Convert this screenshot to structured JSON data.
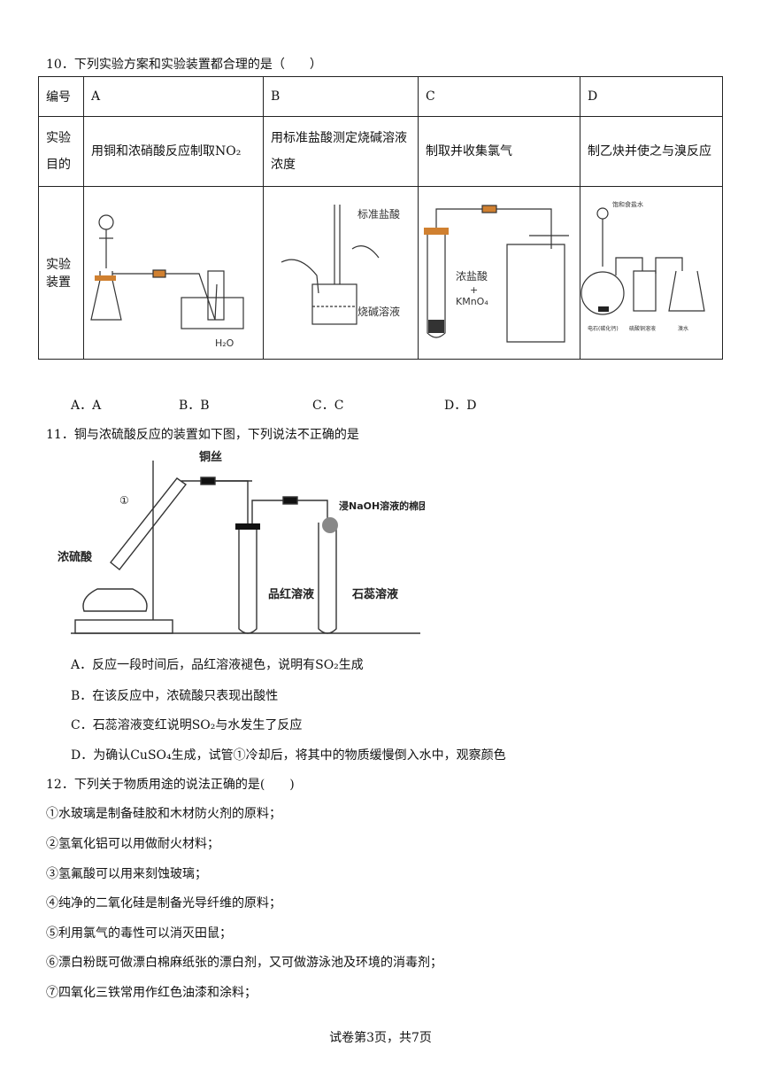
{
  "q10": {
    "stem": "10．下列实验方案和实验装置都合理的是（　　）",
    "table": {
      "header": [
        "编号",
        "A",
        "B",
        "C",
        "D"
      ],
      "purpose_label": "实验目的",
      "purpose": [
        "用铜和浓硝酸反应制取NO₂",
        "用标准盐酸测定烧碱溶液浓度",
        "制取并收集氯气",
        "制乙炔并使之与溴反应"
      ],
      "apparatus_label": "实验装置",
      "apparatus_labels": {
        "a_water": "H₂O",
        "b_acid": "标准盐酸",
        "b_base": "烧碱溶液",
        "c_reagent1": "浓盐酸",
        "c_plus": "+",
        "c_reagent2": "KMnO₄",
        "d_top": "饱和食盐水",
        "d_flask": "电石(碳化钙)",
        "d_mid": "硫酸铜溶液",
        "d_right": "溴水"
      }
    },
    "options": [
      "A．A",
      "B．B",
      "C．C",
      "D．D"
    ]
  },
  "q11": {
    "stem": "11．铜与浓硫酸反应的装置如下图，下列说法不正确的是",
    "figure_labels": {
      "wire": "铜丝",
      "tube_no": "①",
      "acid": "浓硫酸",
      "red": "品红溶液",
      "litmus": "石蕊溶液",
      "cotton": "浸NaOH溶液的棉团"
    },
    "options": [
      "A．反应一段时间后，品红溶液褪色，说明有SO₂生成",
      "B．在该反应中，浓硫酸只表现出酸性",
      "C．石蕊溶液变红说明SO₂与水发生了反应",
      "D．为确认CuSO₄生成，试管①冷却后，将其中的物质缓慢倒入水中，观察颜色"
    ]
  },
  "q12": {
    "stem": "12．下列关于物质用途的说法正确的是(　　)",
    "items": [
      "①水玻璃是制备硅胶和木材防火剂的原料；",
      "②氢氧化铝可以用做耐火材料；",
      "③氢氟酸可以用来刻蚀玻璃；",
      "④纯净的二氧化硅是制备光导纤维的原料；",
      "⑤利用氯气的毒性可以消灭田鼠；",
      "⑥漂白粉既可做漂白棉麻纸张的漂白剂，又可做游泳池及环境的消毒剂；",
      "⑦四氧化三铁常用作红色油漆和涂料；"
    ]
  },
  "footer": "试卷第3页，共7页"
}
